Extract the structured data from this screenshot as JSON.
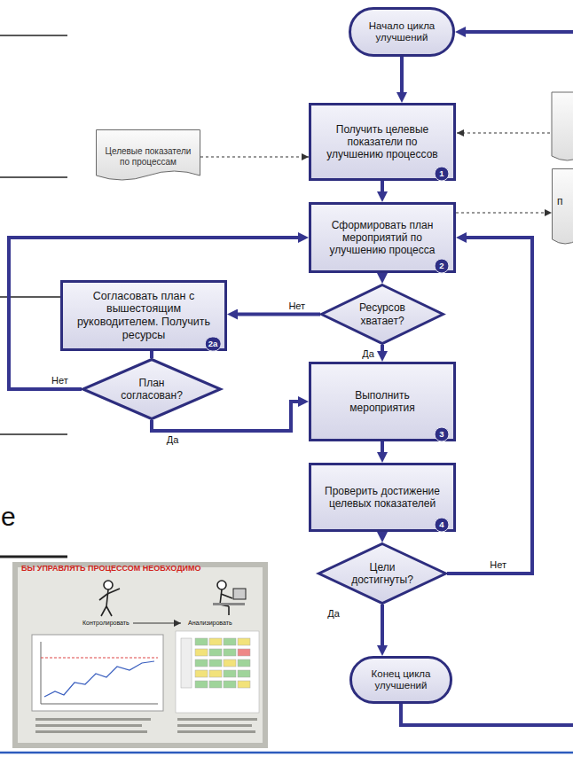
{
  "diagram": {
    "nodes": [
      {
        "text": [
          "Начало цикла улучшений"
        ]
      },
      {
        "text": [
          "Целевые показатели по процессам"
        ]
      },
      {
        "text": [
          "Получить целевые показатели по улучшению процессов"
        ]
      },
      {
        "text": [
          "Сформировать план мероприятий по улучшению процесса"
        ]
      },
      {
        "text": [
          "Ресурсов хватает?"
        ]
      },
      {
        "text": [
          "Согласовать план с вышестоящим руководителем. Получить ресурсы"
        ]
      },
      {
        "text": [
          "План согласован?"
        ]
      },
      {
        "text": [
          "Выполнить мероприятия"
        ]
      },
      {
        "text": [
          "Проверить достижение целевых показателей"
        ]
      },
      {
        "text": [
          "Цели достигнуты?"
        ]
      },
      {
        "text": [
          "Конец цикла улучшений"
        ]
      },
      {
        "text": [
          "п"
        ]
      }
    ],
    "edges": [
      {
        "from": 0,
        "to": 2,
        "arrow": "to"
      },
      {
        "from": 1,
        "to": 2,
        "arrow": "to"
      },
      {
        "from": 2,
        "to": 3,
        "arrow": "to"
      },
      {
        "from": 3,
        "to": 4,
        "arrow": "to"
      },
      {
        "from": 4,
        "to": 5,
        "label": "Нет",
        "arrow": "to"
      },
      {
        "from": 5,
        "to": 6,
        "arrow": "none"
      },
      {
        "from": 6,
        "to": 3,
        "label": "Нет",
        "arrow": "to"
      },
      {
        "from": 6,
        "to": 7,
        "label": "Да",
        "arrow": "to"
      },
      {
        "from": 4,
        "to": 7,
        "label": "Да",
        "arrow": "to"
      },
      {
        "from": 7,
        "to": 8,
        "arrow": "to"
      },
      {
        "from": 8,
        "to": 9,
        "arrow": "to"
      },
      {
        "from": 9,
        "to": 3,
        "label": "Нет",
        "arrow": "to"
      },
      {
        "from": 9,
        "to": 10,
        "label": "Да",
        "arrow": "to"
      },
      {
        "from": 10,
        "to": 0,
        "arrow": "to"
      },
      {
        "from": 3,
        "to": 11,
        "arrow": "to"
      }
    ],
    "labels": [
      "1",
      "2",
      "2а",
      "3",
      "4",
      "е",
      "БЫ УПРАВЛЯТЬ ПРОЦЕССОМ НЕОБХОДИМО",
      "Контролировать",
      "Анализировать"
    ]
  }
}
